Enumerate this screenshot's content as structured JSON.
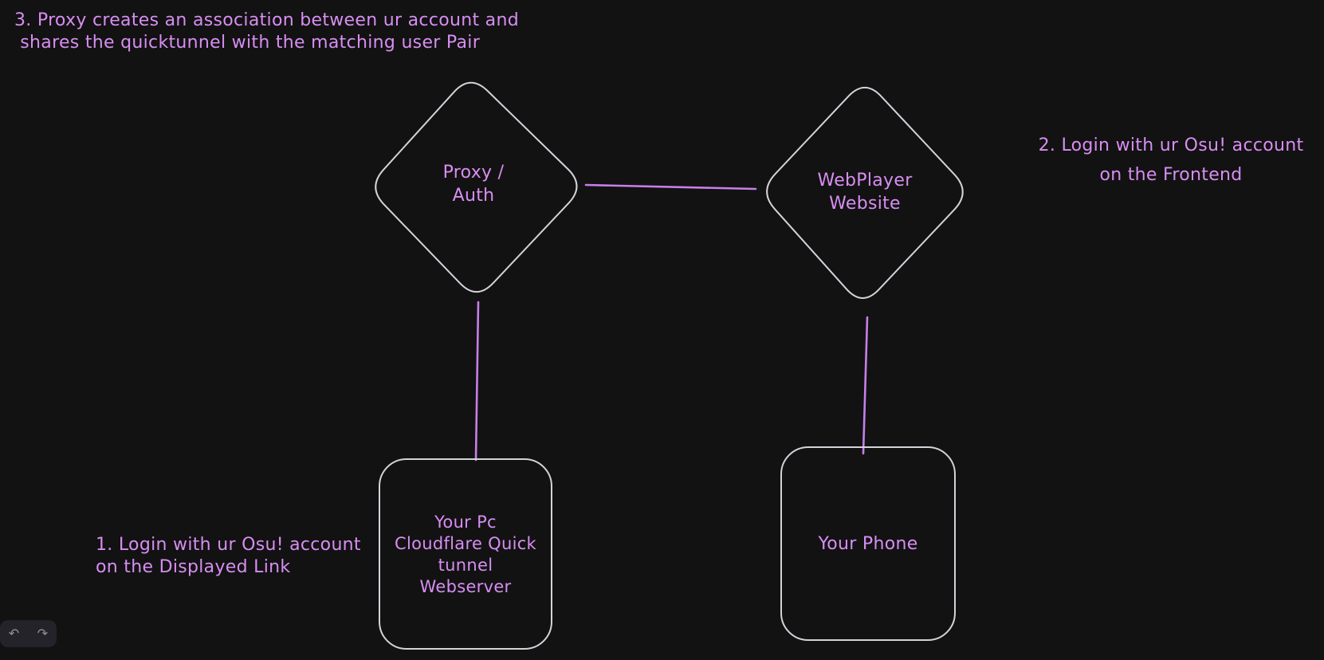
{
  "app": {
    "name": "whiteboard-diagram",
    "colors": {
      "canvas_bg": "#121212",
      "accent_text": "#d78ef2",
      "connector": "#c77fe8",
      "shape_stroke": "#d2d4da",
      "island_bg": "#232329",
      "icon_color": "#8f9098"
    }
  },
  "annotations": {
    "step3": "3. Proxy creates an association between ur account and\n shares the quicktunnel with the matching user Pair",
    "step2": "2. Login with ur Osu! account\non the Frontend",
    "step1": "1. Login with ur Osu! account\non the Displayed Link"
  },
  "nodes": {
    "proxy_auth": {
      "shape": "diamond",
      "label": "Proxy /\nAuth"
    },
    "webplayer": {
      "shape": "diamond",
      "label": "WebPlayer\nWebsite"
    },
    "pc_tunnel": {
      "shape": "rounded-rect",
      "label": "Your Pc\nCloudflare Quick\ntunnel\nWebserver"
    },
    "phone": {
      "shape": "rounded-rect",
      "label": "Your Phone"
    }
  },
  "edges": [
    {
      "from": "proxy_auth",
      "to": "webplayer"
    },
    {
      "from": "proxy_auth",
      "to": "pc_tunnel"
    },
    {
      "from": "webplayer",
      "to": "phone"
    }
  ],
  "toolbar": {
    "undo_icon": "↶",
    "redo_icon": "↷"
  }
}
